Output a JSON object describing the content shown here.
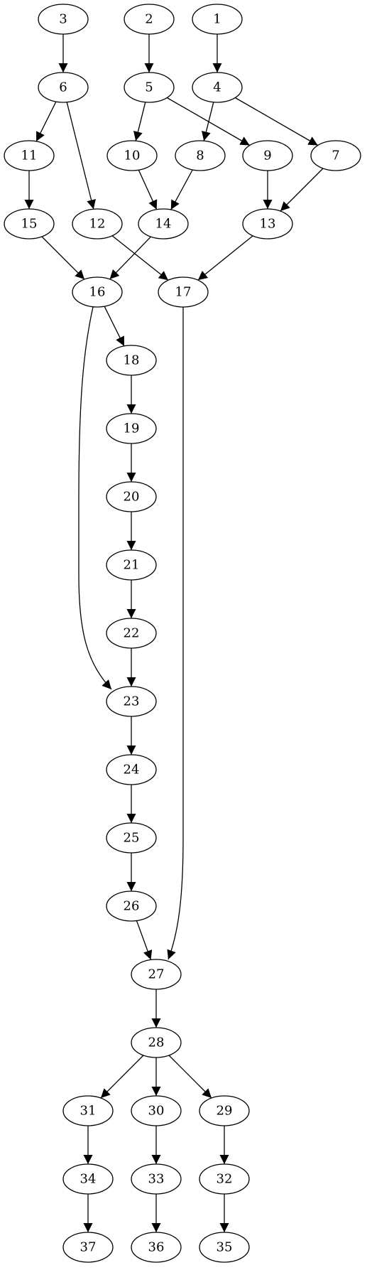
{
  "graph": {
    "nodes": [
      {
        "id": "n3",
        "label": "3"
      },
      {
        "id": "n2",
        "label": "2"
      },
      {
        "id": "n1",
        "label": "1"
      },
      {
        "id": "n6",
        "label": "6"
      },
      {
        "id": "n5",
        "label": "5"
      },
      {
        "id": "n4",
        "label": "4"
      },
      {
        "id": "n11",
        "label": "11"
      },
      {
        "id": "n10",
        "label": "10"
      },
      {
        "id": "n8",
        "label": "8"
      },
      {
        "id": "n9",
        "label": "9"
      },
      {
        "id": "n7",
        "label": "7"
      },
      {
        "id": "n15",
        "label": "15"
      },
      {
        "id": "n12",
        "label": "12"
      },
      {
        "id": "n14",
        "label": "14"
      },
      {
        "id": "n13",
        "label": "13"
      },
      {
        "id": "n16",
        "label": "16"
      },
      {
        "id": "n17",
        "label": "17"
      },
      {
        "id": "n18",
        "label": "18"
      },
      {
        "id": "n19",
        "label": "19"
      },
      {
        "id": "n20",
        "label": "20"
      },
      {
        "id": "n21",
        "label": "21"
      },
      {
        "id": "n22",
        "label": "22"
      },
      {
        "id": "n23",
        "label": "23"
      },
      {
        "id": "n24",
        "label": "24"
      },
      {
        "id": "n25",
        "label": "25"
      },
      {
        "id": "n26",
        "label": "26"
      },
      {
        "id": "n27",
        "label": "27"
      },
      {
        "id": "n28",
        "label": "28"
      },
      {
        "id": "n31",
        "label": "31"
      },
      {
        "id": "n30",
        "label": "30"
      },
      {
        "id": "n29",
        "label": "29"
      },
      {
        "id": "n34",
        "label": "34"
      },
      {
        "id": "n33",
        "label": "33"
      },
      {
        "id": "n32",
        "label": "32"
      },
      {
        "id": "n37",
        "label": "37"
      },
      {
        "id": "n36",
        "label": "36"
      },
      {
        "id": "n35",
        "label": "35"
      }
    ],
    "edges": [
      {
        "from": "n3",
        "to": "n6"
      },
      {
        "from": "n2",
        "to": "n5"
      },
      {
        "from": "n1",
        "to": "n4"
      },
      {
        "from": "n6",
        "to": "n11"
      },
      {
        "from": "n6",
        "to": "n12"
      },
      {
        "from": "n5",
        "to": "n10"
      },
      {
        "from": "n5",
        "to": "n9"
      },
      {
        "from": "n4",
        "to": "n8"
      },
      {
        "from": "n4",
        "to": "n7"
      },
      {
        "from": "n11",
        "to": "n15"
      },
      {
        "from": "n10",
        "to": "n14"
      },
      {
        "from": "n8",
        "to": "n14"
      },
      {
        "from": "n9",
        "to": "n13"
      },
      {
        "from": "n7",
        "to": "n13"
      },
      {
        "from": "n15",
        "to": "n16"
      },
      {
        "from": "n14",
        "to": "n16"
      },
      {
        "from": "n12",
        "to": "n17"
      },
      {
        "from": "n13",
        "to": "n17"
      },
      {
        "from": "n16",
        "to": "n18"
      },
      {
        "from": "n16",
        "to": "n23"
      },
      {
        "from": "n18",
        "to": "n19"
      },
      {
        "from": "n19",
        "to": "n20"
      },
      {
        "from": "n20",
        "to": "n21"
      },
      {
        "from": "n21",
        "to": "n22"
      },
      {
        "from": "n22",
        "to": "n23"
      },
      {
        "from": "n23",
        "to": "n24"
      },
      {
        "from": "n24",
        "to": "n25"
      },
      {
        "from": "n25",
        "to": "n26"
      },
      {
        "from": "n26",
        "to": "n27"
      },
      {
        "from": "n17",
        "to": "n27"
      },
      {
        "from": "n27",
        "to": "n28"
      },
      {
        "from": "n28",
        "to": "n31"
      },
      {
        "from": "n28",
        "to": "n30"
      },
      {
        "from": "n28",
        "to": "n29"
      },
      {
        "from": "n31",
        "to": "n34"
      },
      {
        "from": "n30",
        "to": "n33"
      },
      {
        "from": "n29",
        "to": "n32"
      },
      {
        "from": "n34",
        "to": "n37"
      },
      {
        "from": "n33",
        "to": "n36"
      },
      {
        "from": "n32",
        "to": "n35"
      }
    ]
  }
}
